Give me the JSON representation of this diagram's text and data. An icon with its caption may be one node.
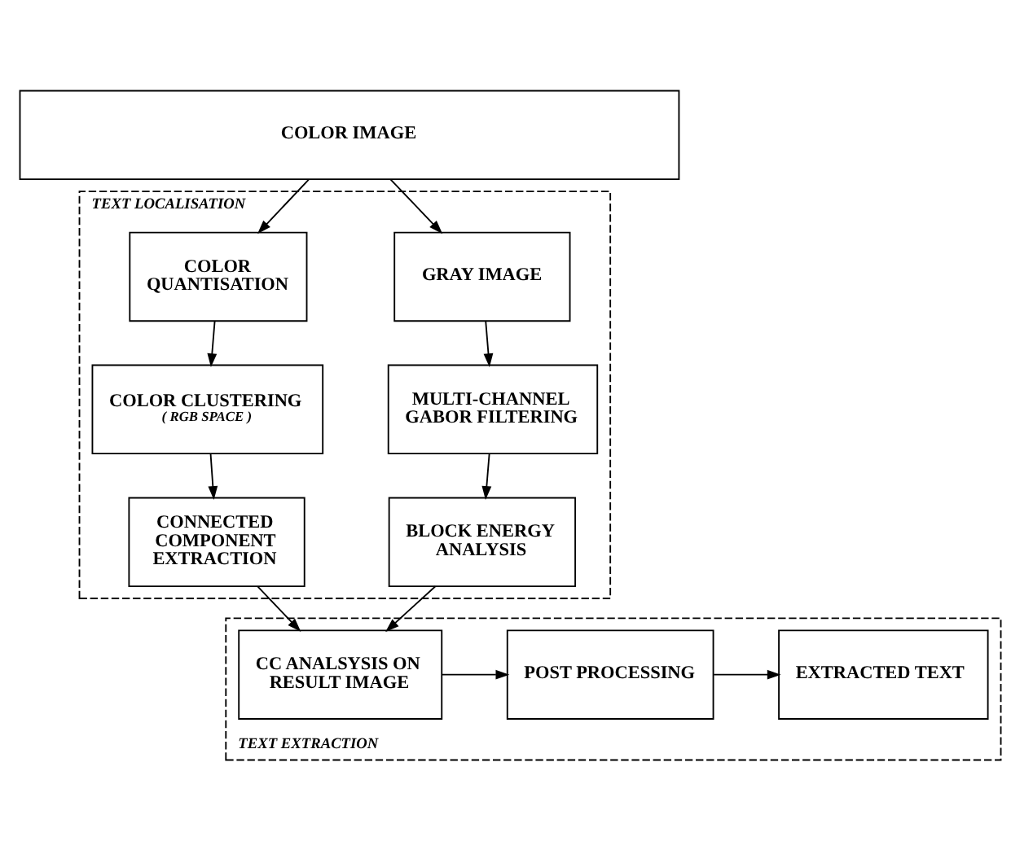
{
  "diagram": {
    "nodes": [
      {
        "text": [
          "COLOR IMAGE"
        ]
      },
      {
        "text": [
          "TEXT LOCALISATION"
        ]
      },
      {
        "text": [
          "GRAY IMAGE"
        ],
        "in": 1
      },
      {
        "text": [
          "MULTI-CHANNEL GABOR FILTERING"
        ],
        "in": 1
      },
      {
        "text": [
          "BLOCK ENERGY ANALYSIS"
        ],
        "in": 1
      },
      {
        "text": [
          "COLOR QUANTISATION"
        ],
        "in": 1
      },
      {
        "text": [
          "COLOR CLUSTERING",
          "( RGB SPACE )"
        ],
        "in": 1
      },
      {
        "text": [
          "CONNECTED COMPONENT EXTRACTION"
        ],
        "in": 1
      },
      {
        "text": [
          "TEXT EXTRACTION"
        ]
      },
      {
        "text": [
          "CC ANALSYSIS ON RESULT IMAGE"
        ],
        "in": 8
      },
      {
        "text": [
          "POST PROCESSING"
        ],
        "in": 8
      },
      {
        "text": [
          "EXTRACTED TEXT"
        ],
        "in": 8
      }
    ],
    "edges": [
      {
        "from": 0,
        "to": 2,
        "arrow": "to"
      },
      {
        "from": 0,
        "to": 5,
        "arrow": "to"
      },
      {
        "from": 2,
        "to": 3,
        "arrow": "to"
      },
      {
        "from": 3,
        "to": 4,
        "arrow": "to"
      },
      {
        "from": 5,
        "to": 6,
        "arrow": "to"
      },
      {
        "from": 6,
        "to": 7,
        "arrow": "to"
      },
      {
        "from": 4,
        "to": 9,
        "arrow": "to"
      },
      {
        "from": 7,
        "to": 9,
        "arrow": "to"
      },
      {
        "from": 9,
        "to": 10,
        "arrow": "to"
      },
      {
        "from": 10,
        "to": 11,
        "arrow": "to"
      }
    ]
  }
}
